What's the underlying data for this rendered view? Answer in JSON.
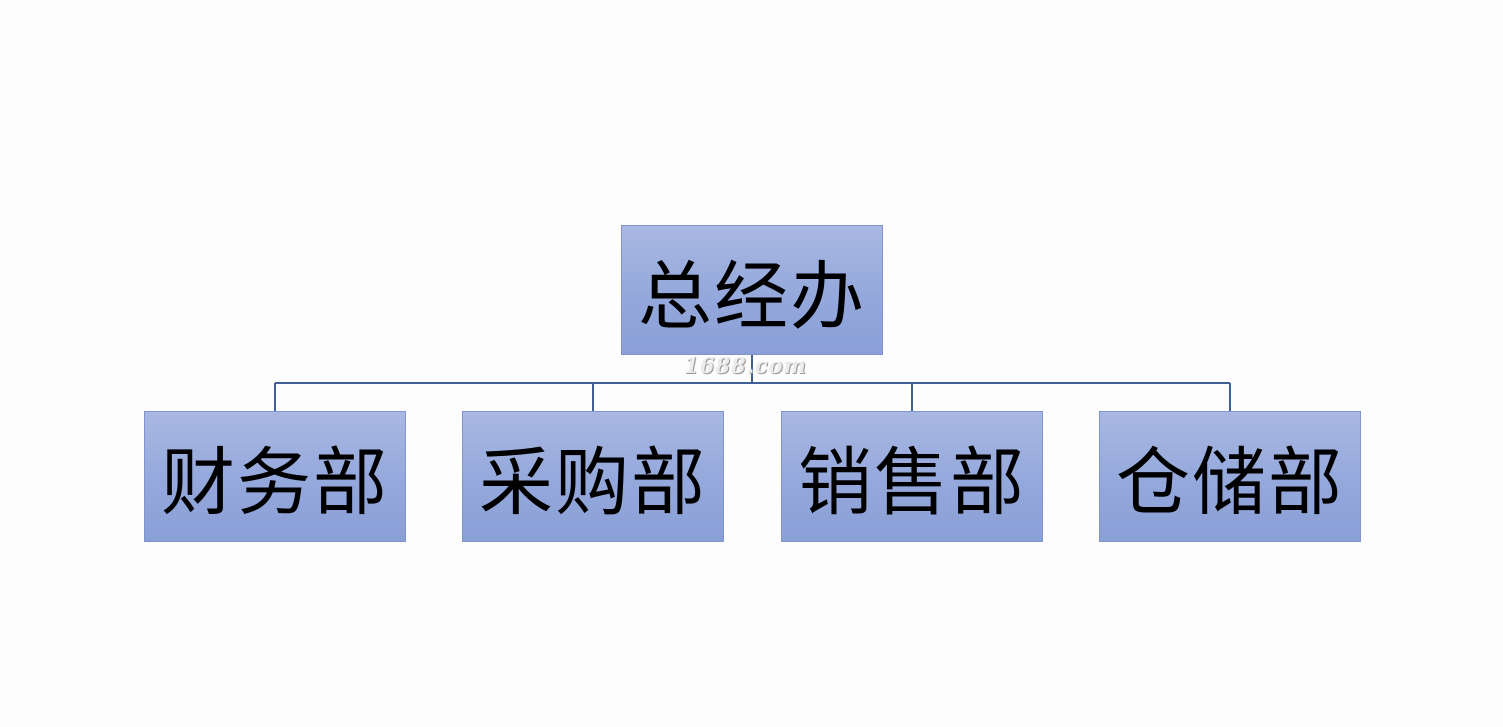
{
  "org_chart": {
    "root": {
      "label": "总经办"
    },
    "children": [
      {
        "label": "财务部"
      },
      {
        "label": "采购部"
      },
      {
        "label": "销售部"
      },
      {
        "label": "仓储部"
      }
    ]
  },
  "watermark": {
    "text": "1688.com"
  },
  "colors": {
    "box_top": "#a9b8e2",
    "box_bottom": "#8a9fd6",
    "connector": "#3f5f95",
    "background": "#fdfdfd"
  }
}
